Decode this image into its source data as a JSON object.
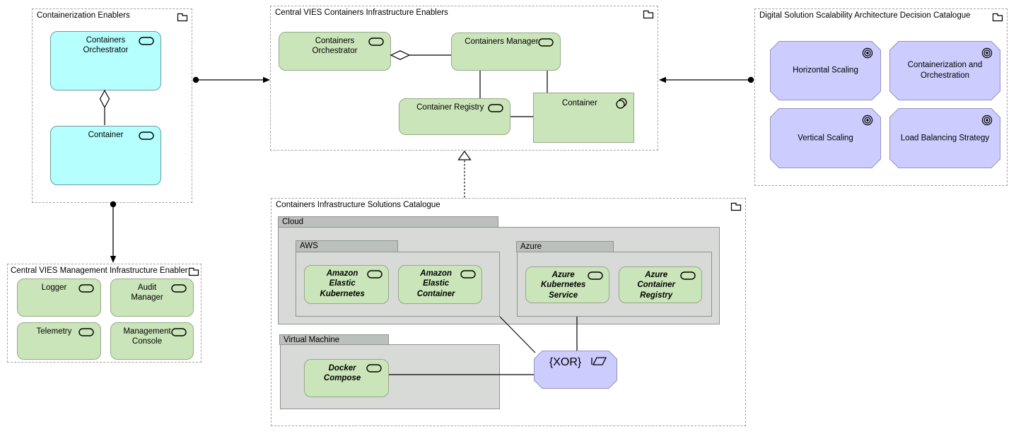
{
  "colors": {
    "application_fill": "#b5ffff",
    "technology_fill": "#cbe5ba",
    "motivation_fill": "#ccccff",
    "grouping_tab_fill": "#bcc0bc",
    "grouping_body_fill": "#d7dad7",
    "connector_color": "#000000",
    "group_border": "#a3a3a3"
  },
  "groups": {
    "containerization": {
      "title": "Containerization Enablers",
      "items": {
        "orchestrator": "Containers Orchestrator",
        "container": "Container"
      }
    },
    "vies_containers": {
      "title": "Central VIES Containers Infrastructure Enablers",
      "items": {
        "orchestrator": "Containers Orchestrator",
        "manager": "Containers Manager",
        "registry": "Container Registry",
        "container": "Container"
      }
    },
    "scalability": {
      "title": "Digital Solution Scalability Architecture Decision Catalogue",
      "items": {
        "horizontal": "Horizontal Scaling",
        "containerization_orchestration": "Containerization and Orchestration",
        "vertical": "Vertical Scaling",
        "load_balancing": "Load Balancing Strategy"
      }
    },
    "management": {
      "title": "Central VIES Management Infrastructure Enablers",
      "items": {
        "logger": "Logger",
        "audit": "Audit Manager",
        "telemetry": "Telemetry",
        "console": "Management Console"
      }
    },
    "solutions": {
      "title": "Containers Infrastructure Solutions Catalogue",
      "cloud": {
        "title": "Cloud",
        "aws": {
          "title": "AWS",
          "items": {
            "eks": "Amazon Elastic Kubernetes",
            "ecs": "Amazon Elastic Container"
          }
        },
        "azure": {
          "title": "Azure",
          "items": {
            "aks": "Azure Kubernetes Service",
            "acr": "Azure Container Registry"
          }
        }
      },
      "virtual_machine": {
        "title": "Virtual Machine",
        "items": {
          "docker_compose": "Docker Compose"
        }
      },
      "junction": "{XOR}"
    }
  }
}
